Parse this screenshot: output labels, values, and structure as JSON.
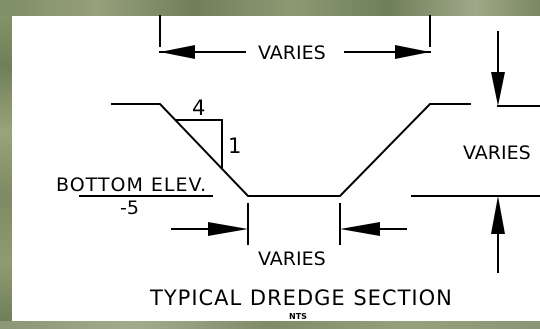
{
  "section": {
    "top_width_label": "VARIES",
    "depth_label": "VARIES",
    "bottom_width_label": "VARIES",
    "slope_run": "4",
    "slope_rise": "1",
    "bottom_elev_label": "BOTTOM ELEV.",
    "bottom_elev_value": "-5",
    "title": "TYPICAL DREDGE SECTION",
    "scale_note": "NTS"
  },
  "colors": {
    "line": "#000000",
    "background": "#ffffff"
  }
}
